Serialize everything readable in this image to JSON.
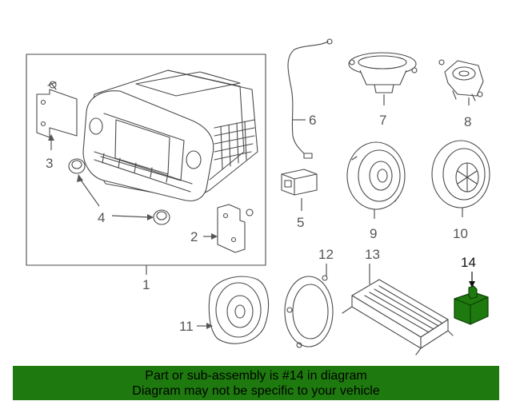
{
  "callouts": {
    "c1": "1",
    "c2": "2",
    "c3": "3",
    "c4": "4",
    "c5": "5",
    "c6": "6",
    "c7": "7",
    "c8": "8",
    "c9": "9",
    "c10": "10",
    "c11": "11",
    "c12": "12",
    "c13": "13",
    "c14": "14"
  },
  "highlighted_part": "14",
  "banner": {
    "line1": "Part or sub-assembly is #14 in diagram",
    "line2": "Diagram may not be specific to your vehicle",
    "background_color": "#1e7a0e"
  },
  "colors": {
    "line_art": "#4a4a4a",
    "highlight_part": "#1e7a0e"
  }
}
